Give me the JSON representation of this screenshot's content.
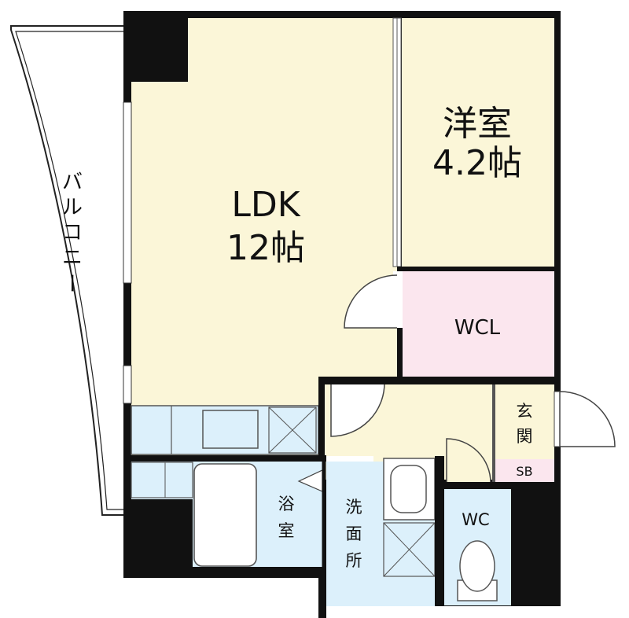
{
  "rooms": {
    "ldk": {
      "name": "LDK",
      "size": "12帖"
    },
    "western": {
      "name": "洋室",
      "size": "4.2帖"
    },
    "wcl": {
      "name": "WCL"
    },
    "entrance": {
      "chars": [
        "玄",
        "関"
      ]
    },
    "sb": {
      "name": "SB"
    },
    "bath": {
      "chars": [
        "浴",
        "室"
      ]
    },
    "washroom": {
      "chars": [
        "洗",
        "面",
        "所"
      ]
    },
    "wc": {
      "name": "WC"
    },
    "balcony": {
      "chars": [
        "バ",
        "ル",
        "コ",
        "ニ",
        "ー"
      ]
    }
  },
  "colors": {
    "ldk": "#fbf6d8",
    "western": "#fbf6d8",
    "hall": "#fbf6d8",
    "wcl": "#fbe6ee",
    "wet": "#dcf0fb",
    "wall": "#111111"
  }
}
